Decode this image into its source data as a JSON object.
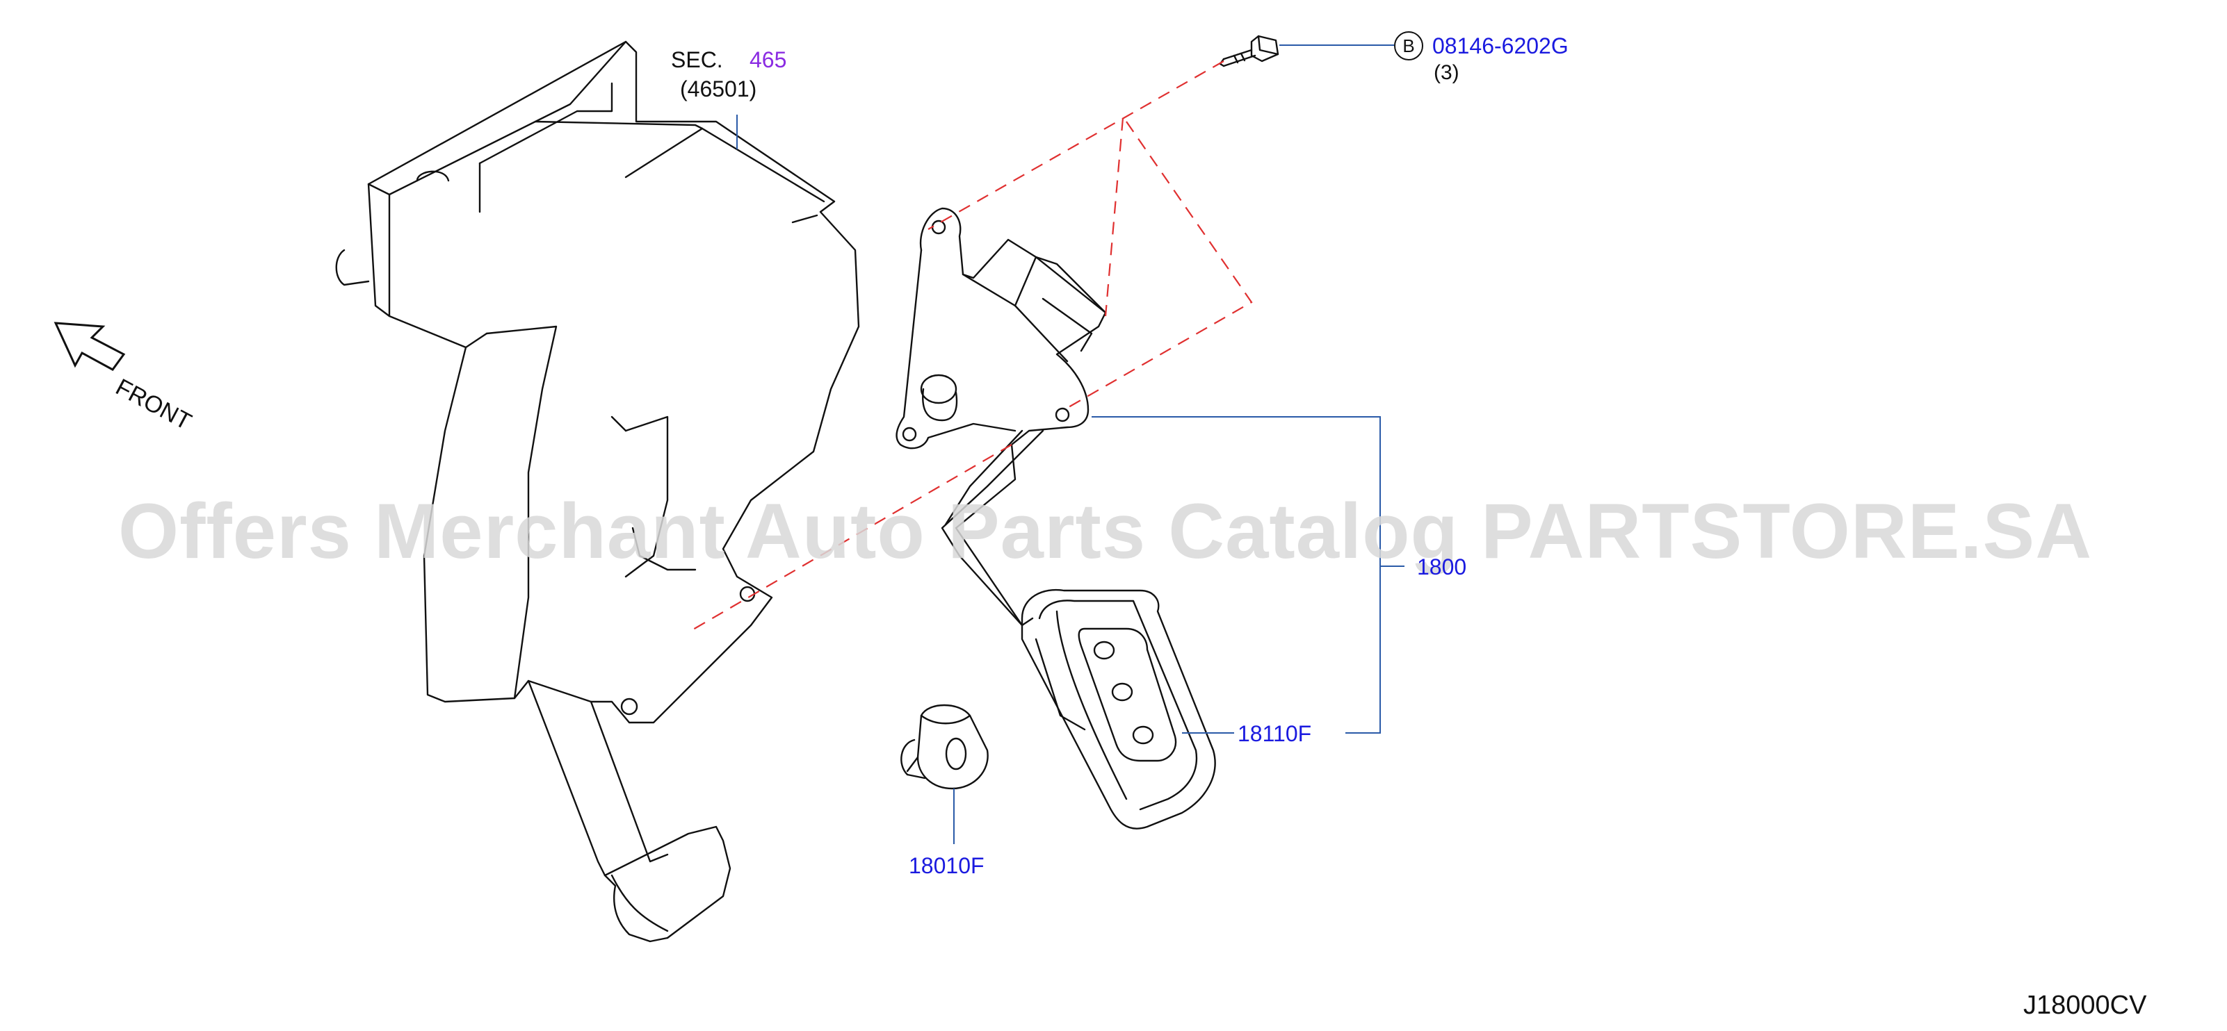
{
  "watermark": "Offers Merchant Auto Parts Catalog PARTSTORE.SA",
  "front_label": "FRONT",
  "section": {
    "prefix": "SEC.",
    "number": "465",
    "sub": "(46501)"
  },
  "fastener": {
    "circle_letter": "B",
    "part_no": "08146-6202G",
    "qty": "(3)"
  },
  "parts": {
    "assembly_partial": "1800",
    "pedal_pad": "18110F",
    "stopper": "18010F"
  },
  "drawing_code": "J18000CV",
  "colors": {
    "link_blue": "#1a1adf",
    "sec_purple": "#8a2be2",
    "dash_red": "#e03030",
    "leader_blue": "#2a5aa8"
  }
}
